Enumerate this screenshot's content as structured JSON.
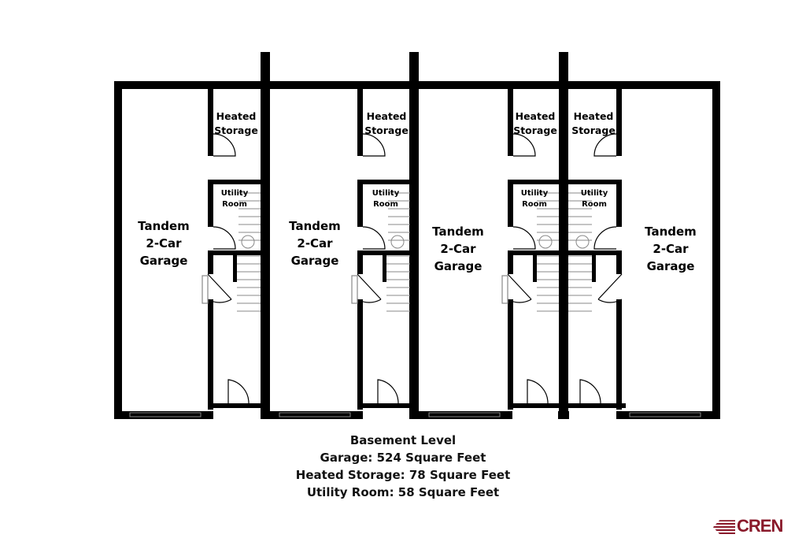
{
  "plan": {
    "units": [
      {
        "garage": [
          "Tandem",
          "2-Car",
          "Garage"
        ],
        "storage": [
          "Heated",
          "Storage"
        ],
        "utility": [
          "Utility",
          "Room"
        ]
      },
      {
        "garage": [
          "Tandem",
          "2-Car",
          "Garage"
        ],
        "storage": [
          "Heated",
          "Storage"
        ],
        "utility": [
          "Utility",
          "Room"
        ]
      },
      {
        "garage": [
          "Tandem",
          "2-Car",
          "Garage"
        ],
        "storage": [
          "Heated",
          "Storage"
        ],
        "utility": [
          "Utility",
          "Room"
        ]
      },
      {
        "garage": [
          "Tandem",
          "2-Car",
          "Garage"
        ],
        "storage": [
          "Heated",
          "Storage"
        ],
        "utility": [
          "Utility",
          "Room"
        ]
      }
    ]
  },
  "caption": {
    "title": "Basement Level",
    "garage": "Garage: 524 Square Feet",
    "storage": "Heated Storage: 78 Square Feet",
    "utility": "Utility Room: 58 Square Feet"
  },
  "logo": {
    "text": "CREN"
  }
}
